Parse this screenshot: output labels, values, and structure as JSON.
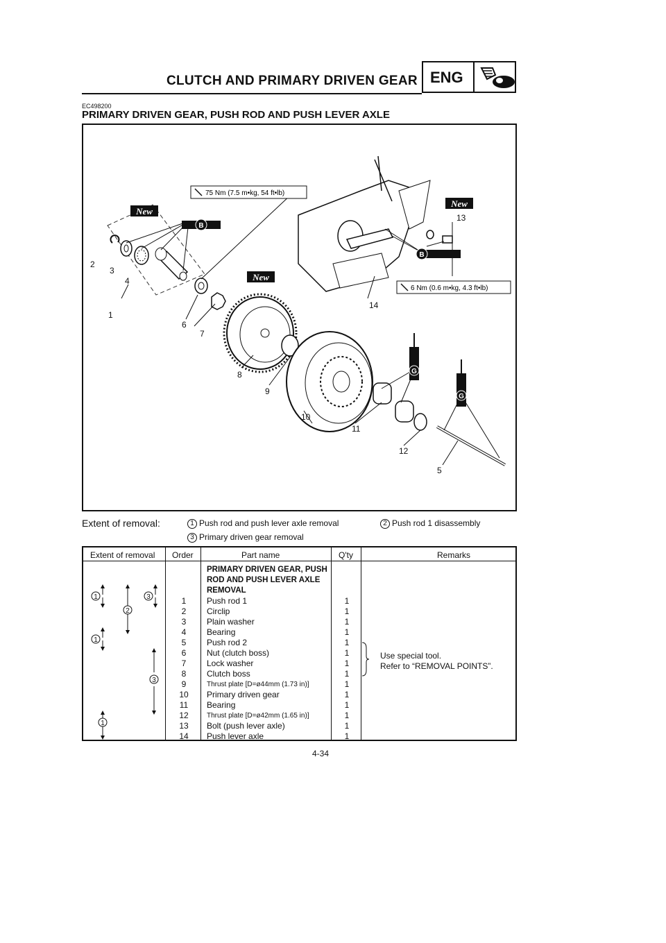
{
  "header": {
    "title": "CLUTCH AND PRIMARY DRIVEN GEAR",
    "section_tag": "ENG"
  },
  "doc_code": "EC498200",
  "section_title": "PRIMARY DRIVEN GEAR, PUSH ROD AND PUSH LEVER AXLE",
  "figure": {
    "torque_top": "75 Nm (7.5 m•kg, 54 ft•lb)",
    "torque_right": "6 Nm (0.6 m•kg, 4.3 ft•lb)",
    "new_badge": "New",
    "grease_b": "B",
    "grease_g": "G",
    "callouts": [
      "1",
      "2",
      "3",
      "4",
      "5",
      "6",
      "7",
      "8",
      "9",
      "10",
      "11",
      "12",
      "13",
      "14"
    ]
  },
  "extent": {
    "label": "Extent of removal:",
    "items": [
      {
        "num": "1",
        "text": "Push rod and push lever axle removal"
      },
      {
        "num": "2",
        "text": "Push rod 1 disassembly"
      },
      {
        "num": "3",
        "text": "Primary driven gear removal"
      }
    ]
  },
  "table": {
    "headers": {
      "extent": "Extent of removal",
      "order": "Order",
      "part": "Part name",
      "qty": "Q'ty",
      "remarks": "Remarks"
    },
    "section_heading": [
      "PRIMARY DRIVEN GEAR, PUSH",
      "ROD AND PUSH LEVER AXLE",
      "REMOVAL"
    ],
    "rows": [
      {
        "order": "1",
        "part": "Push rod 1",
        "qty": "1"
      },
      {
        "order": "2",
        "part": "Circlip",
        "qty": "1"
      },
      {
        "order": "3",
        "part": "Plain washer",
        "qty": "1"
      },
      {
        "order": "4",
        "part": "Bearing",
        "qty": "1"
      },
      {
        "order": "5",
        "part": "Push rod 2",
        "qty": "1"
      },
      {
        "order": "6",
        "part": "Nut (clutch boss)",
        "qty": "1"
      },
      {
        "order": "7",
        "part": "Lock washer",
        "qty": "1"
      },
      {
        "order": "8",
        "part": "Clutch boss",
        "qty": "1"
      },
      {
        "order": "9",
        "part": "Thrust plate [D=ø44mm (1.73 in)]",
        "qty": "1"
      },
      {
        "order": "10",
        "part": "Primary driven gear",
        "qty": "1"
      },
      {
        "order": "11",
        "part": "Bearing",
        "qty": "1"
      },
      {
        "order": "12",
        "part": "Thrust plate [D=ø42mm (1.65 in)]",
        "qty": "1"
      },
      {
        "order": "13",
        "part": "Bolt (push lever axle)",
        "qty": "1"
      },
      {
        "order": "14",
        "part": "Push lever axle",
        "qty": "1"
      }
    ],
    "remarks": [
      "Use special tool.",
      "Refer to “REMOVAL POINTS”."
    ],
    "extent_markers": [
      "1",
      "3",
      "2",
      "1",
      "3",
      "1"
    ]
  },
  "page_number": "4-34"
}
